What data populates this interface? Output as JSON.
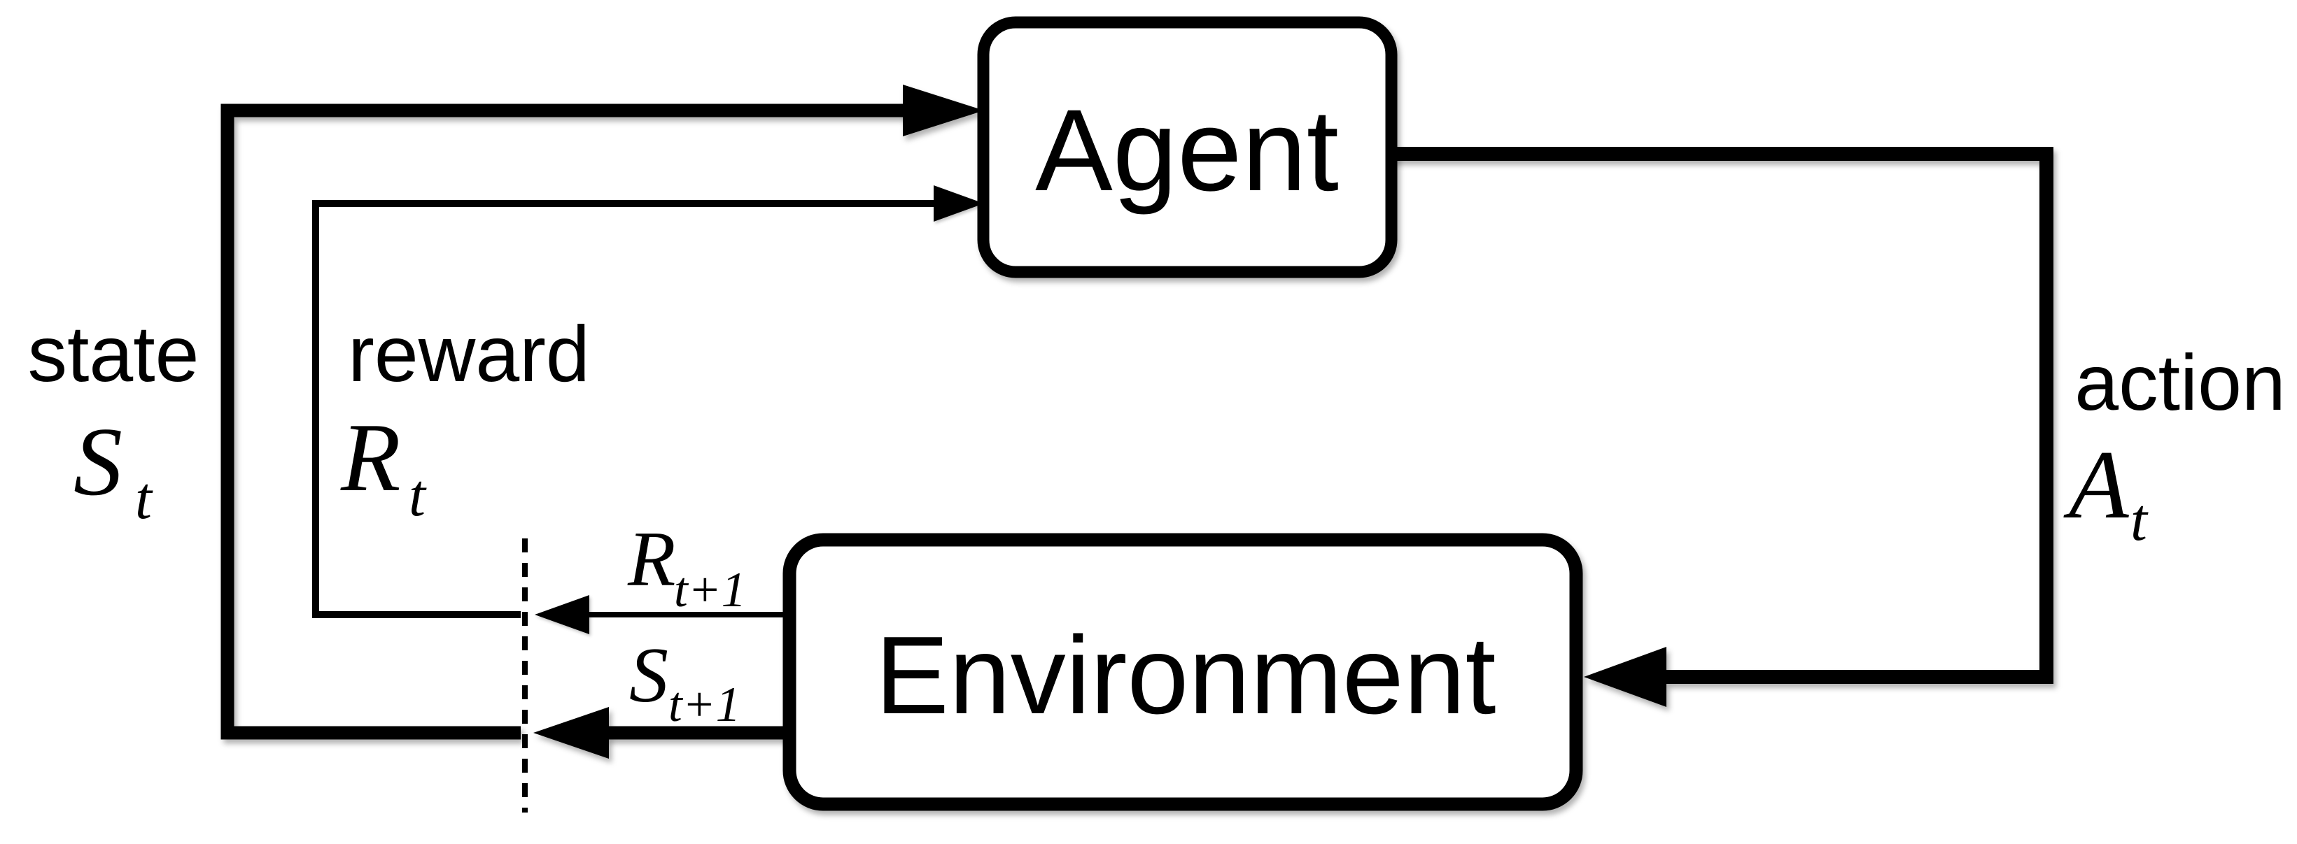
{
  "nodes": {
    "agent": {
      "label": "Agent"
    },
    "environment": {
      "label": "Environment"
    }
  },
  "signals": {
    "state": {
      "word": "state",
      "symbol": "S",
      "subscript": "t"
    },
    "reward": {
      "word": "reward",
      "symbol": "R",
      "subscript": "t"
    },
    "action": {
      "word": "action",
      "symbol": "A",
      "subscript": "t"
    },
    "next_reward": {
      "symbol": "R",
      "subscript": "t+1"
    },
    "next_state": {
      "symbol": "S",
      "subscript": "t+1"
    }
  },
  "colors": {
    "ink": "#000000",
    "background": "#ffffff"
  }
}
